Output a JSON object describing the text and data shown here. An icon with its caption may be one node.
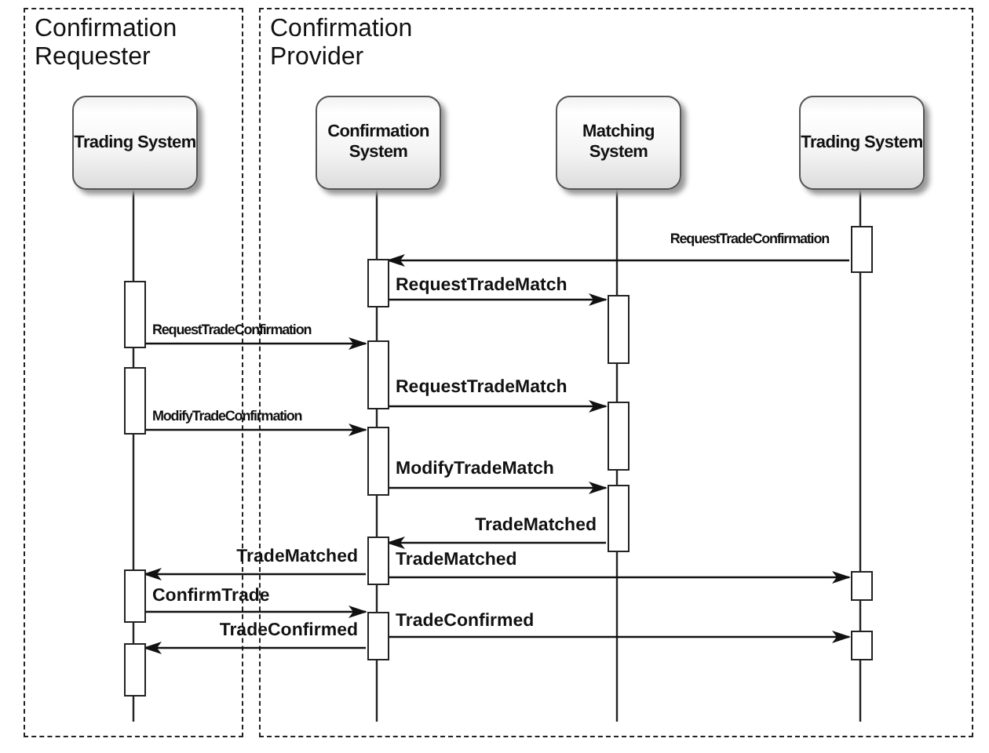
{
  "diagram": {
    "nodes": [
      {
        "text": [
          "Confirmation Requester"
        ]
      },
      {
        "text": [
          "Confirmation Provider"
        ]
      },
      {
        "text": [
          "Trading System"
        ],
        "in": 0
      },
      {
        "text": [
          "Confirmation System"
        ],
        "in": 1
      },
      {
        "text": [
          "Matching System"
        ],
        "in": 1
      },
      {
        "text": [
          "Trading System"
        ],
        "in": 1
      },
      {
        "text": [],
        "shape": "bar",
        "in": 0
      },
      {
        "text": [],
        "shape": "bar",
        "in": 0
      },
      {
        "text": [],
        "shape": "bar",
        "in": 0
      },
      {
        "text": [],
        "shape": "bar",
        "in": 0
      },
      {
        "text": [],
        "shape": "bar",
        "in": 1
      },
      {
        "text": [],
        "shape": "bar",
        "in": 1
      },
      {
        "text": [],
        "shape": "bar",
        "in": 1
      },
      {
        "text": [],
        "shape": "bar",
        "in": 1
      },
      {
        "text": [],
        "shape": "bar",
        "in": 1
      },
      {
        "text": [],
        "shape": "bar",
        "in": 1
      },
      {
        "text": [],
        "shape": "bar",
        "in": 1
      },
      {
        "text": [],
        "shape": "bar",
        "in": 1
      },
      {
        "text": [],
        "shape": "bar",
        "in": 1
      },
      {
        "text": [],
        "shape": "bar",
        "in": 1
      },
      {
        "text": [],
        "shape": "bar",
        "in": 1
      }
    ],
    "edges": [
      {
        "from": 18,
        "to": 10,
        "arrow": "to",
        "label": "RequestTradeConfirmation"
      },
      {
        "from": 10,
        "to": 15,
        "arrow": "to",
        "label": "RequestTradeMatch"
      },
      {
        "from": 6,
        "to": 11,
        "arrow": "to",
        "label": "RequestTradeConfirmation"
      },
      {
        "from": 11,
        "to": 16,
        "arrow": "to",
        "label": "RequestTradeMatch"
      },
      {
        "from": 7,
        "to": 12,
        "arrow": "to",
        "label": "ModifyTradeConfirmation"
      },
      {
        "from": 12,
        "to": 17,
        "arrow": "to",
        "label": "ModifyTradeMatch"
      },
      {
        "from": 17,
        "to": 13,
        "arrow": "to",
        "label": "TradeMatched"
      },
      {
        "from": 13,
        "to": 8,
        "arrow": "to",
        "label": "TradeMatched"
      },
      {
        "from": 13,
        "to": 19,
        "arrow": "to",
        "label": "TradeMatched"
      },
      {
        "from": 8,
        "to": 14,
        "arrow": "to",
        "label": "ConfirmTrade"
      },
      {
        "from": 14,
        "to": 9,
        "arrow": "to",
        "label": "TradeConfirmed"
      },
      {
        "from": 14,
        "to": 20,
        "arrow": "to",
        "label": "TradeConfirmed"
      }
    ]
  }
}
